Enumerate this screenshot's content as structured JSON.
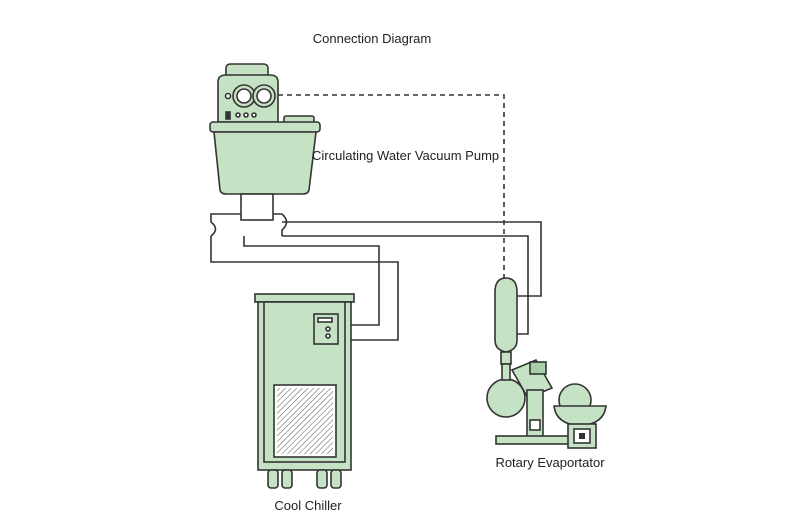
{
  "title": "Connection Diagram",
  "labels": {
    "pump": "Circulating Water Vacuum Pump",
    "chiller": "Cool Chiller",
    "evaporator": "Rotary Evaportator"
  },
  "colors": {
    "equipment_fill": "#c6e2c4",
    "equipment_dark": "#a8cfa6",
    "outline": "#333333",
    "background": "#ffffff"
  }
}
